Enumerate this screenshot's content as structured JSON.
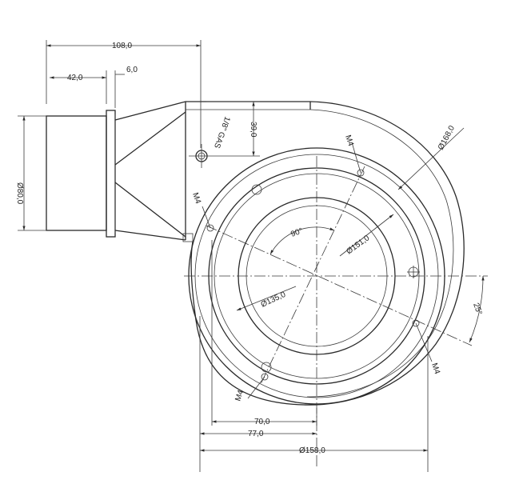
{
  "dimensions": {
    "overall_width": "108,0",
    "inlet_offset": "42,0",
    "flange_thickness": "6,0",
    "outlet_diameter": "Ø80,0",
    "gas_port": "1/8\" GAS",
    "gas_offset": "39,0",
    "scroll_diameter": "Ø168,0",
    "flange_diameter": "Ø151,0",
    "bolt_circle": "Ø135,0",
    "housing_diameter": "Ø158,0",
    "width_70": "70,0",
    "width_77": "77,0",
    "hole_angle": "90°",
    "rotation_angle": "25°"
  },
  "holes": {
    "top_right": "M4",
    "left": "M4",
    "bottom_left": "M4",
    "right": "M4"
  }
}
